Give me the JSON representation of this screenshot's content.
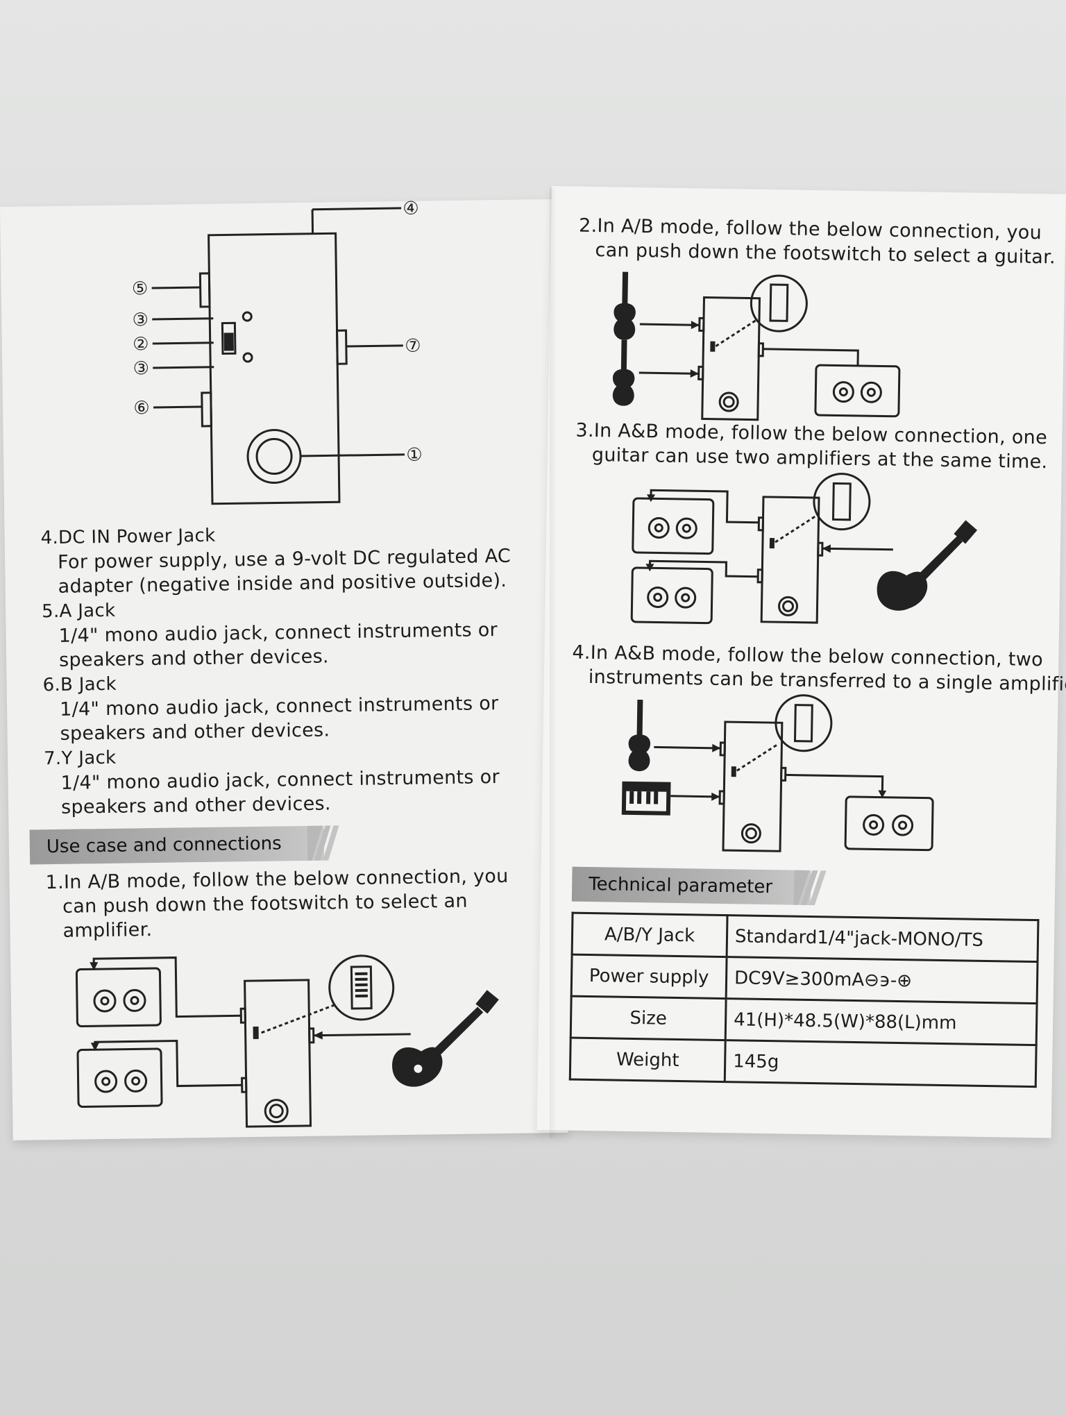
{
  "diagram_labels": [
    "④",
    "⑤",
    "③",
    "②",
    "③",
    "⑥",
    "⑦",
    "①"
  ],
  "left_page": {
    "item4_title": "4.DC IN Power Jack",
    "item4_line1": "For power supply, use a 9-volt DC regulated AC",
    "item4_line2": "adapter (negative inside and positive outside).",
    "item5_title": "5.A Jack",
    "item5_line1": "1/4\" mono audio jack, connect instruments or",
    "item5_line2": "speakers and other devices.",
    "item6_title": "6.B Jack",
    "item6_line1": "1/4\" mono audio jack, connect instruments or",
    "item6_line2": "speakers and other devices.",
    "item7_title": "7.Y Jack",
    "item7_line1": "1/4\" mono audio jack, connect instruments or",
    "item7_line2": "speakers and other devices.",
    "section_title": "Use case and connections",
    "step1_line1": "1.In A/B mode, follow the below connection, you",
    "step1_line2": "can push down the footswitch to select an",
    "step1_line3": "amplifier."
  },
  "right_page": {
    "step2_line1": "2.In A/B mode, follow the below connection, you",
    "step2_line2": "can push down the footswitch to select a guitar.",
    "step3_line1": "3.In A&B mode, follow the below connection, one",
    "step3_line2": "guitar can use two amplifiers at the same time.",
    "step4_line1": "4.In A&B mode, follow the below connection,  two",
    "step4_line2": "instruments can be transferred to a single amplifie",
    "section_title": "Technical parameter",
    "spec_rows": [
      {
        "label": "A/B/Y Jack",
        "value": "Standard1/4\"jack-MONO/TS"
      },
      {
        "label": "Power supply",
        "value": "DC9V≥300mA⊖϶-⊕"
      },
      {
        "label": "Size",
        "value": "41(H)*48.5(W)*88(L)mm"
      },
      {
        "label": "Weight",
        "value": "145g"
      }
    ]
  },
  "colors": {
    "paper": "#f1f1f0",
    "ink": "#1c1c1c",
    "band": "#a8a8a8"
  }
}
